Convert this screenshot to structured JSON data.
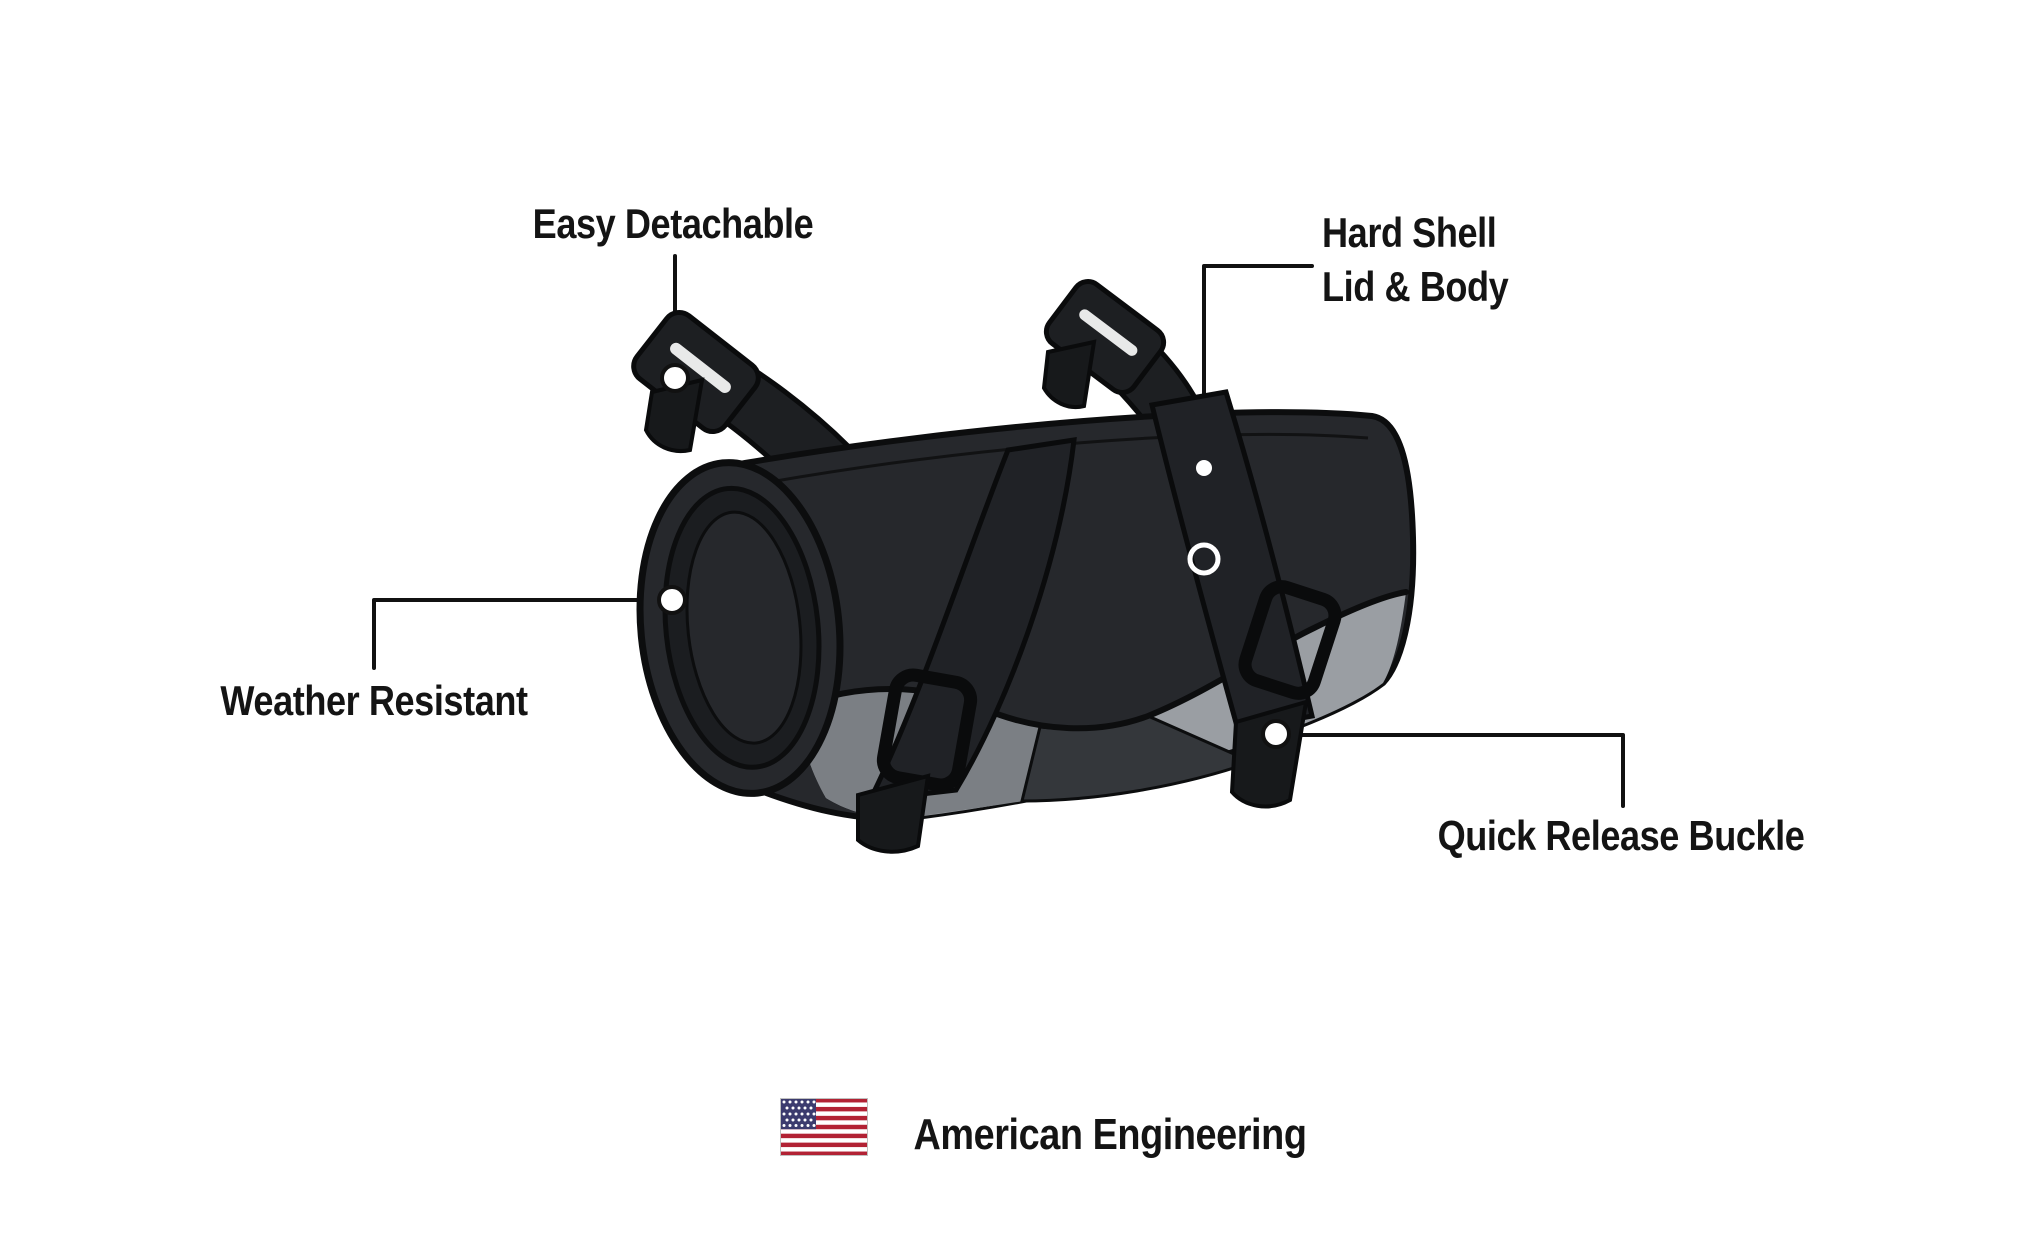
{
  "diagram": {
    "subject": "motorcycle-tool-roll-bag-features",
    "callouts": {
      "easy_detachable": "Easy Detachable",
      "hard_shell_line1": "Hard Shell",
      "hard_shell_line2": "Lid & Body",
      "weather_resistant": "Weather Resistant",
      "quick_release": "Quick Release Buckle"
    }
  },
  "footer": {
    "text": "American Engineering",
    "flag": "us-flag-icon"
  },
  "colors": {
    "background": "#ffffff",
    "line": "#111111",
    "bag_black": "#26282c",
    "bag_dark": "#1b1d20",
    "bag_gray": "#9a9ea3",
    "bag_gray_dark": "#7b7f84",
    "bag_wedge": "#34373b",
    "outline": "#0c0d0e",
    "flag_red": "#B22234",
    "flag_blue": "#3C3B6E"
  }
}
